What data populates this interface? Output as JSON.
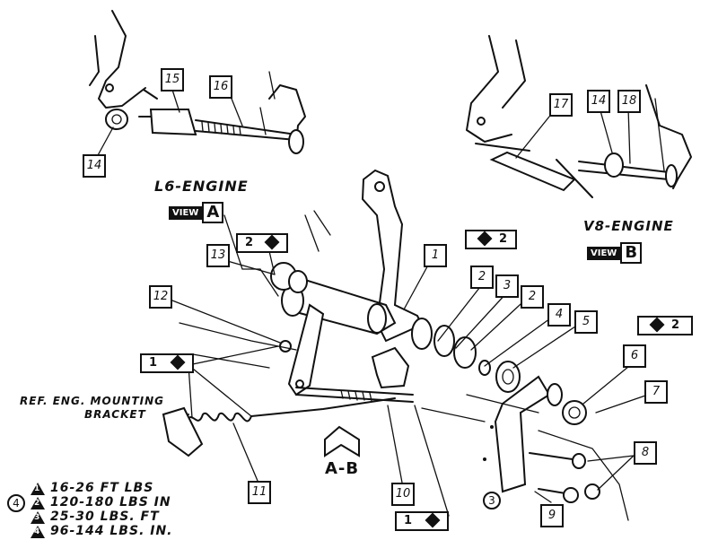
{
  "labels": {
    "l6_engine": "L6-ENGINE",
    "v8_engine": "V8-ENGINE",
    "ref_mount_line1": "REF. ENG. MOUNTING",
    "ref_mount_line2": "BRACKET",
    "section_ab": "A-B"
  },
  "views": {
    "a": {
      "tag": "VIEW",
      "letter": "A"
    },
    "b": {
      "tag": "VIEW",
      "letter": "B"
    }
  },
  "callouts": {
    "c1": "1",
    "c2a": "2",
    "c2b": "2",
    "c3": "3",
    "c4": "4",
    "c5": "5",
    "c6": "6",
    "c7": "7",
    "c8": "8",
    "c9": "9",
    "c10": "10",
    "c11": "11",
    "c12": "12",
    "c13": "13",
    "c14a": "14",
    "c14b": "14",
    "c15": "15",
    "c16": "16",
    "c17": "17",
    "c18": "18"
  },
  "torque_flags": {
    "t_left_13": "2",
    "t_top_right": "2",
    "t_right": "2",
    "t_left_12": "1",
    "t_bottom": "1"
  },
  "circled": {
    "c3_circle": "3",
    "legend_circle": "4"
  },
  "legend": [
    {
      "num": "1",
      "text": "16-26 FT LBS"
    },
    {
      "num": "2",
      "text": "120-180 LBS IN"
    },
    {
      "num": "3",
      "text": "25-30 LBS. FT"
    },
    {
      "num": "4",
      "text": "96-144 LBS. IN."
    }
  ]
}
